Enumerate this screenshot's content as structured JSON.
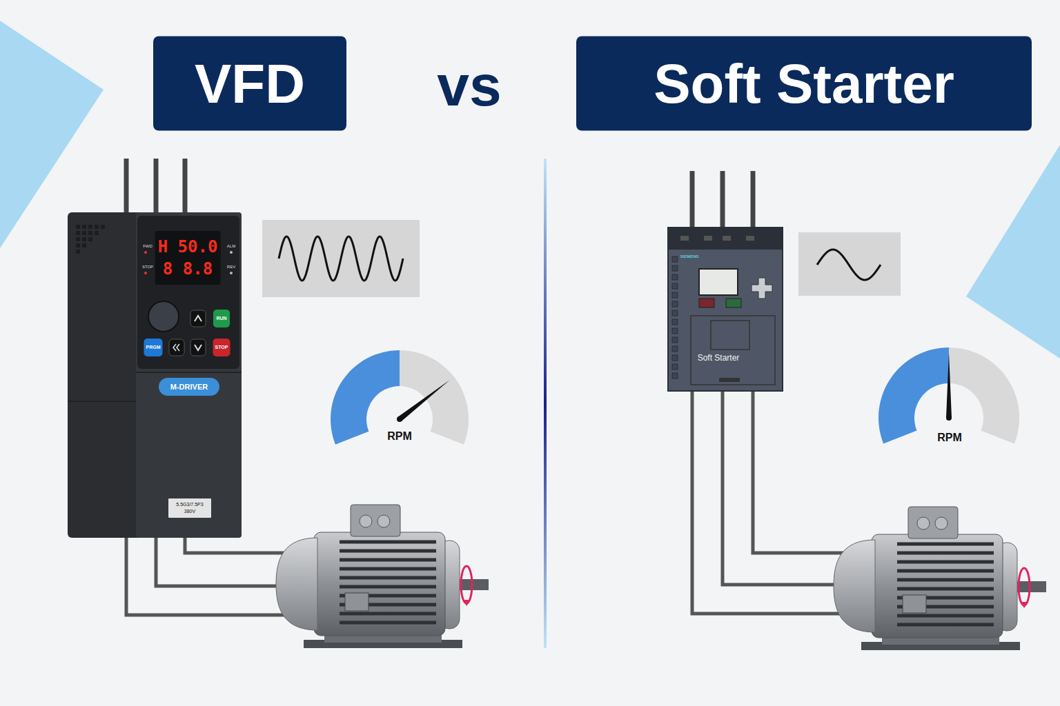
{
  "diagram": {
    "nodes": [
      {
        "text": [
          "VFD"
        ]
      },
      {
        "text": [
          "Soft Starter"
        ]
      },
      {
        "text": [
          "H 50.0",
          "8 8.8"
        ]
      },
      {
        "text": [
          "RUN"
        ]
      },
      {
        "text": [
          "PRGM"
        ]
      },
      {
        "text": [
          "STOP"
        ]
      },
      {
        "text": [
          "M-DRIVER"
        ]
      },
      {
        "text": [
          "5.5G3/7.5P3",
          "380V"
        ]
      }
    ],
    "labels": [
      "vs",
      "FWD",
      "ALM",
      "STOP",
      "REV",
      "SIEMENS",
      "Soft Starter",
      "RPM",
      "RPM"
    ]
  }
}
